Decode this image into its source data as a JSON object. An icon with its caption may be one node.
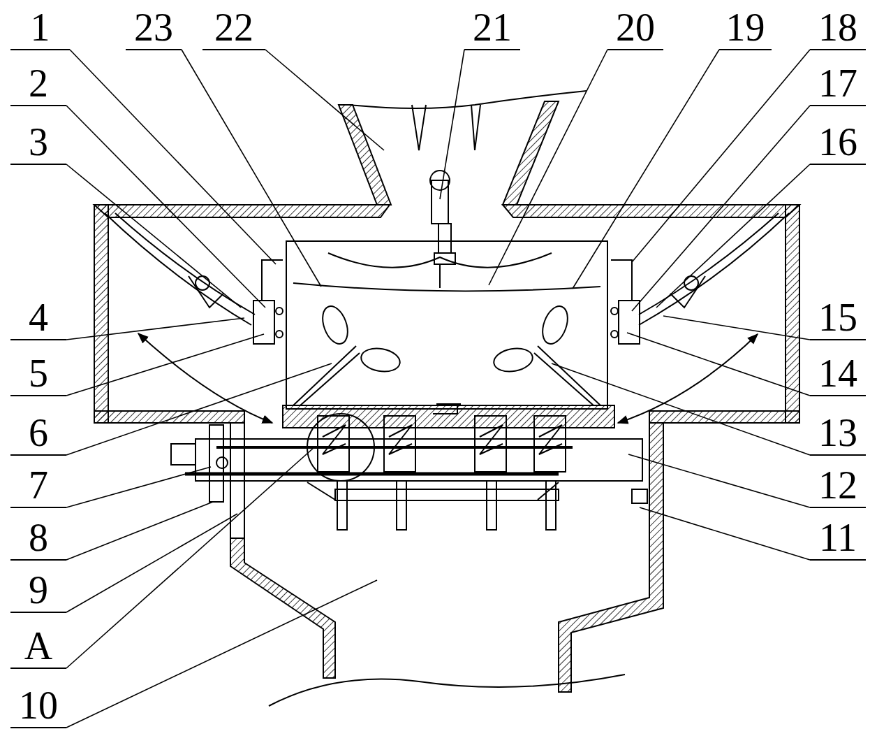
{
  "diagram": {
    "nodes": [
      {
        "text": [
          "1"
        ]
      },
      {
        "text": [
          "23"
        ]
      },
      {
        "text": [
          "22"
        ]
      },
      {
        "text": [
          "21"
        ]
      },
      {
        "text": [
          "20"
        ]
      },
      {
        "text": [
          "19"
        ]
      },
      {
        "text": [
          "18"
        ]
      },
      {
        "text": [
          "2"
        ]
      },
      {
        "text": [
          "17"
        ]
      },
      {
        "text": [
          "3"
        ]
      },
      {
        "text": [
          "16"
        ]
      },
      {
        "text": [
          "4"
        ]
      },
      {
        "text": [
          "15"
        ]
      },
      {
        "text": [
          "5"
        ]
      },
      {
        "text": [
          "14"
        ]
      },
      {
        "text": [
          "6"
        ]
      },
      {
        "text": [
          "13"
        ]
      },
      {
        "text": [
          "7"
        ]
      },
      {
        "text": [
          "12"
        ]
      },
      {
        "text": [
          "8"
        ]
      },
      {
        "text": [
          "11"
        ]
      },
      {
        "text": [
          "9"
        ]
      },
      {
        "text": [
          "A"
        ]
      },
      {
        "text": [
          "10"
        ]
      }
    ],
    "edges": [
      {
        "from": 0,
        "to": null,
        "arrow": "none"
      },
      {
        "from": 1,
        "to": null,
        "arrow": "none"
      },
      {
        "from": 2,
        "to": null,
        "arrow": "none"
      },
      {
        "from": 3,
        "to": null,
        "arrow": "none"
      },
      {
        "from": 4,
        "to": null,
        "arrow": "none"
      },
      {
        "from": 5,
        "to": null,
        "arrow": "none"
      },
      {
        "from": 6,
        "to": null,
        "arrow": "none"
      },
      {
        "from": 7,
        "to": null,
        "arrow": "none"
      },
      {
        "from": 8,
        "to": null,
        "arrow": "none"
      },
      {
        "from": 9,
        "to": null,
        "arrow": "none"
      },
      {
        "from": 10,
        "to": null,
        "arrow": "none"
      },
      {
        "from": 11,
        "to": null,
        "arrow": "none"
      },
      {
        "from": 12,
        "to": null,
        "arrow": "none"
      },
      {
        "from": 13,
        "to": null,
        "arrow": "none"
      },
      {
        "from": 14,
        "to": null,
        "arrow": "none"
      },
      {
        "from": 15,
        "to": null,
        "arrow": "none"
      },
      {
        "from": 16,
        "to": null,
        "arrow": "none"
      },
      {
        "from": 17,
        "to": null,
        "arrow": "none"
      },
      {
        "from": 18,
        "to": null,
        "arrow": "none"
      },
      {
        "from": 19,
        "to": null,
        "arrow": "none"
      },
      {
        "from": 20,
        "to": null,
        "arrow": "none"
      },
      {
        "from": 21,
        "to": null,
        "arrow": "none"
      },
      {
        "from": 22,
        "to": null,
        "arrow": "none"
      },
      {
        "from": 23,
        "to": null,
        "arrow": "none"
      }
    ]
  }
}
